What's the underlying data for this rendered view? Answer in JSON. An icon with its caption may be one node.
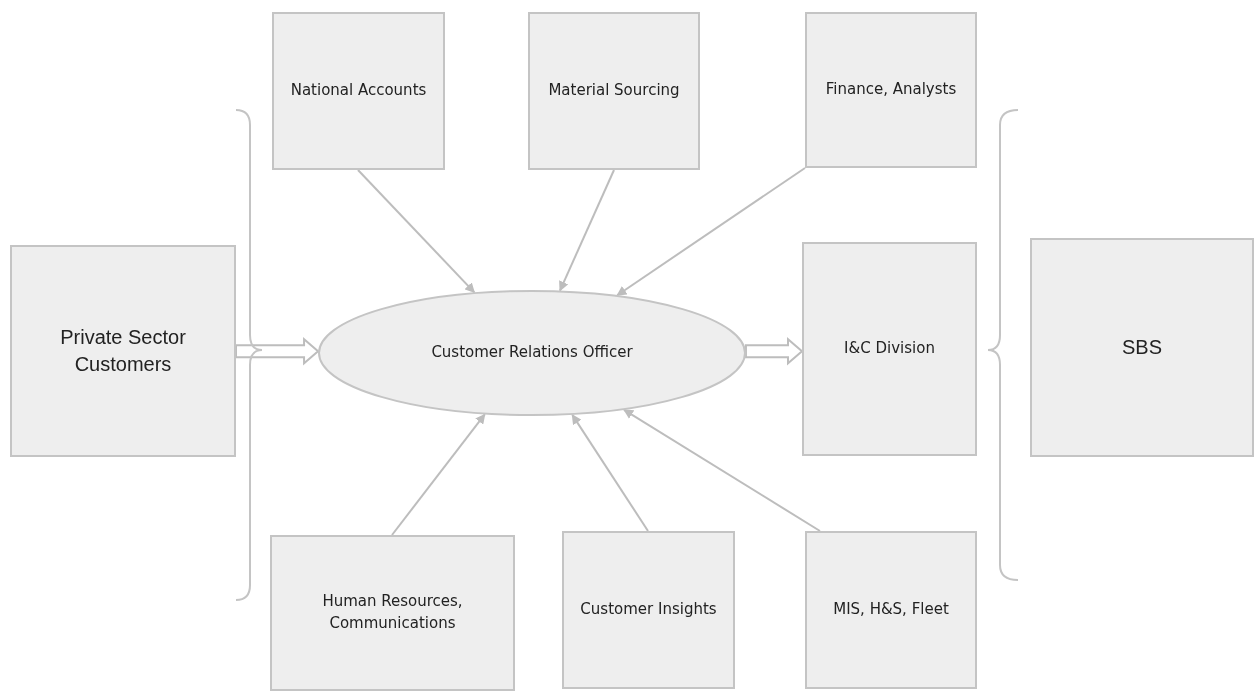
{
  "diagram": {
    "nodes": [
      {
        "text": [
          "Private Sector Customers"
        ]
      },
      {
        "text": [
          "National Accounts"
        ]
      },
      {
        "text": [
          "Material Sourcing"
        ]
      },
      {
        "text": [
          "Finance, Analysts"
        ]
      },
      {
        "text": [
          "Customer Relations Officer"
        ]
      },
      {
        "text": [
          "I&C Division"
        ]
      },
      {
        "text": [
          "SBS"
        ]
      },
      {
        "text": [
          "Human Resources, Communications"
        ]
      },
      {
        "text": [
          "Customer Insights"
        ]
      },
      {
        "text": [
          "MIS, H&S, Fleet"
        ]
      }
    ],
    "edges": [
      {
        "from": 0,
        "to": 4,
        "arrow": "to",
        "style": "thick"
      },
      {
        "from": 1,
        "to": 4,
        "arrow": "to"
      },
      {
        "from": 2,
        "to": 4,
        "arrow": "to"
      },
      {
        "from": 3,
        "to": 4,
        "arrow": "to"
      },
      {
        "from": 4,
        "to": 5,
        "arrow": "to",
        "style": "thick"
      },
      {
        "from": 7,
        "to": 4,
        "arrow": "to"
      },
      {
        "from": 8,
        "to": 4,
        "arrow": "to"
      },
      {
        "from": 9,
        "to": 4,
        "arrow": "to"
      }
    ]
  }
}
